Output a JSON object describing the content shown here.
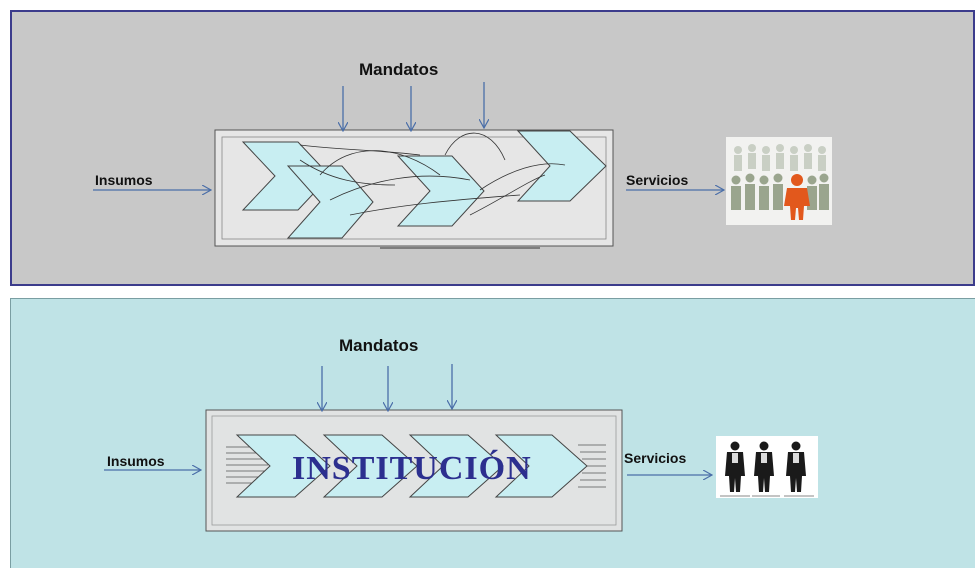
{
  "top_panel": {
    "mandatos_label": "Mandatos",
    "insumos_label": "Insumos",
    "servicios_label": "Servicios",
    "image_icon": "crowd-people-icon"
  },
  "bottom_panel": {
    "mandatos_label": "Mandatos",
    "insumos_label": "Insumos",
    "servicios_label": "Servicios",
    "center_label": "INSTITUCIÓN",
    "image_icon": "business-people-icon"
  },
  "colors": {
    "top_background": "#c8c8c8",
    "bottom_background": "#bfe3e6",
    "chevron_fill": "#c8eef2",
    "arrow_color": "#4a6ea8",
    "institucion_text": "#2c2f8f"
  }
}
